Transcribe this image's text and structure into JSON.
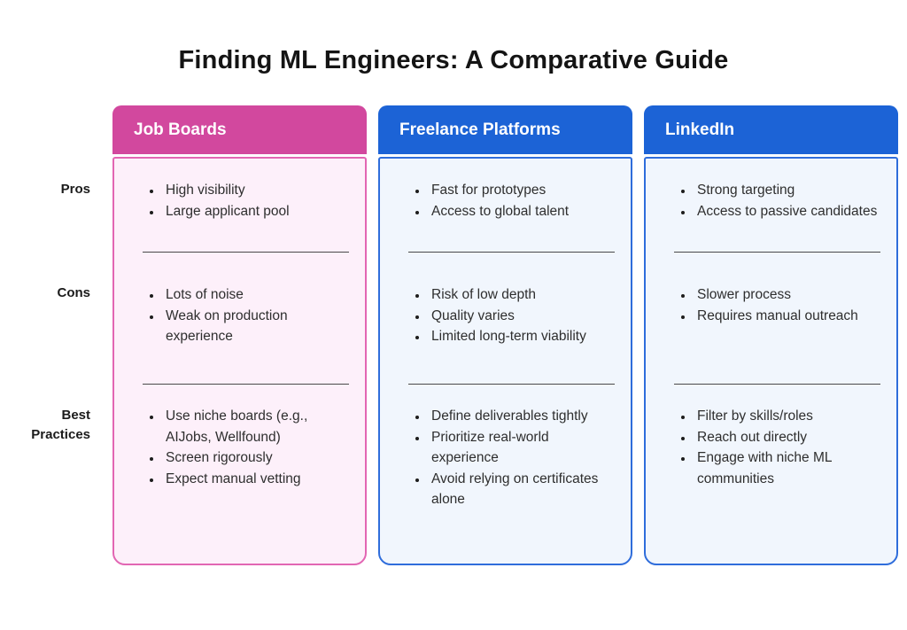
{
  "title": "Finding ML Engineers: A Comparative Guide",
  "row_labels": [
    "Pros",
    "Cons",
    "Best Practices"
  ],
  "colors": {
    "pink_header": "#d2489e",
    "pink_border": "#e266b3",
    "pink_body": "#fdf0fa",
    "blue_header": "#1c63d6",
    "blue_border": "#2f6ddb",
    "blue_body": "#f1f6fd"
  },
  "columns": [
    {
      "header": "Job Boards",
      "theme": "pink",
      "pros": [
        "High visibility",
        "Large applicant pool"
      ],
      "cons": [
        "Lots of noise",
        "Weak on production experience"
      ],
      "best_practices": [
        "Use niche boards (e.g., AIJobs, Wellfound)",
        "Screen rigorously",
        "Expect manual vetting"
      ]
    },
    {
      "header": "Freelance Platforms",
      "theme": "blue",
      "pros": [
        "Fast for prototypes",
        "Access to global talent"
      ],
      "cons": [
        "Risk of low depth",
        "Quality varies",
        "Limited long-term viability"
      ],
      "best_practices": [
        "Define deliverables tightly",
        "Prioritize real-world experience",
        "Avoid relying on certificates alone"
      ]
    },
    {
      "header": "LinkedIn",
      "theme": "blue",
      "pros": [
        "Strong targeting",
        "Access to passive candidates"
      ],
      "cons": [
        "Slower process",
        "Requires manual outreach"
      ],
      "best_practices": [
        "Filter by skills/roles",
        "Reach out directly",
        "Engage with niche ML communities"
      ]
    }
  ]
}
